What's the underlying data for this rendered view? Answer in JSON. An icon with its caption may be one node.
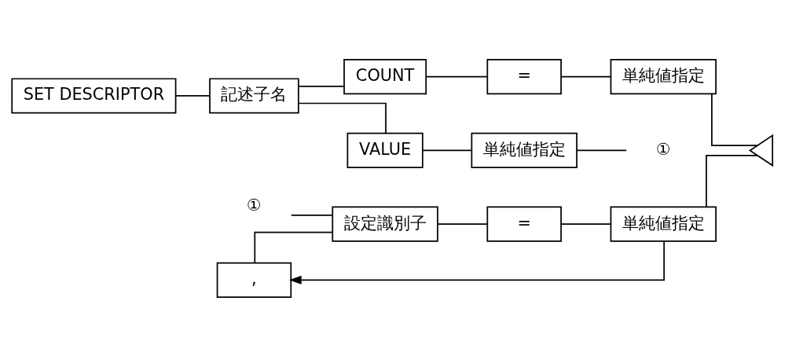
{
  "diagram": {
    "nodes": [
      {
        "text": [
          "SET DESCRIPTOR"
        ]
      },
      {
        "text": [
          "記述子名"
        ]
      },
      {
        "text": [
          "COUNT"
        ]
      },
      {
        "text": [
          "="
        ]
      },
      {
        "text": [
          "単純値指定"
        ]
      },
      {
        "text": [
          "VALUE"
        ]
      },
      {
        "text": [
          "単純値指定"
        ]
      },
      {
        "text": [
          "①"
        ]
      },
      {
        "text": [
          "①"
        ]
      },
      {
        "text": [
          ","
        ]
      },
      {
        "text": [
          "設定識別子"
        ]
      },
      {
        "text": [
          "="
        ]
      },
      {
        "text": [
          "単純値指定"
        ]
      },
      {
        "text": [],
        "shape": "triangle"
      }
    ],
    "edges": [
      {
        "from": 0,
        "to": 1,
        "arrow": "none"
      },
      {
        "from": 1,
        "to": 2,
        "arrow": "none"
      },
      {
        "from": 2,
        "to": 3,
        "arrow": "none"
      },
      {
        "from": 3,
        "to": 4,
        "arrow": "none"
      },
      {
        "from": 4,
        "to": 13,
        "arrow": "none"
      },
      {
        "from": 1,
        "to": 5,
        "arrow": "none"
      },
      {
        "from": 5,
        "to": 6,
        "arrow": "none"
      },
      {
        "from": 6,
        "to": 7,
        "arrow": "none"
      },
      {
        "from": 8,
        "to": 10,
        "arrow": "none"
      },
      {
        "from": 10,
        "to": 11,
        "arrow": "none"
      },
      {
        "from": 11,
        "to": 12,
        "arrow": "none"
      },
      {
        "from": 12,
        "to": 13,
        "arrow": "none"
      },
      {
        "from": 12,
        "to": 9,
        "arrow": "to"
      },
      {
        "from": 9,
        "to": 10,
        "arrow": "none"
      }
    ]
  }
}
